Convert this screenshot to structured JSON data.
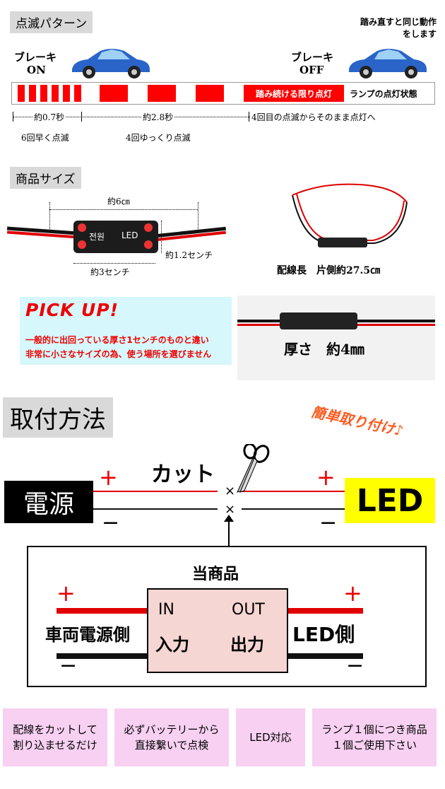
{
  "blink": {
    "section_title": "点滅パターン",
    "brake_on": "ブレーキ",
    "on": "ON",
    "brake_off": "ブレーキ",
    "off": "OFF",
    "reset_note_1": "踏み直すと同じ動作",
    "reset_note_2": "をします",
    "keep_label": "踏み続ける限り点灯",
    "lamp_state": "ランプの点灯状態",
    "t1": "約0.7秒",
    "t2": "約2.8秒",
    "t3": "4回目の点滅からそのまま点灯へ",
    "d1": "6回早く点滅",
    "d2": "4回ゆっくり点滅"
  },
  "size": {
    "section_title": "商品サイズ",
    "w6": "約6㎝",
    "w3": "約3センチ",
    "h12": "約1.2センチ",
    "module_text": "전원",
    "module_led": "LED",
    "wire_len": "配線長　片側約27.5㎝",
    "thickness": "厚さ　約4㎜",
    "pickup": "PICK UP!",
    "pickup_1": "一般的に出回っている厚さ1センチのものと違い",
    "pickup_2": "非常に小さなサイズの為、使う場所を選びません"
  },
  "install": {
    "section_title": "取付方法",
    "easy": "簡単取り付け♪",
    "power": "電源",
    "led": "LED",
    "cut": "カット",
    "plus": "+",
    "minus": "−",
    "product": "当商品",
    "vehicle_side": "車両電源側",
    "led_side": "LED側",
    "in": "IN",
    "in_jp": "入力",
    "out": "OUT",
    "out_jp": "出力"
  },
  "features": [
    {
      "line1": "配線をカットして",
      "line2": "割り込ませるだけ"
    },
    {
      "line1": "必ずバッテリーから",
      "line2": "直接繋いで点検"
    },
    {
      "line1": "LED対応",
      "line2": ""
    },
    {
      "line1": "ランプ１個につき商品",
      "line2": "１個ご使用下さい"
    }
  ]
}
